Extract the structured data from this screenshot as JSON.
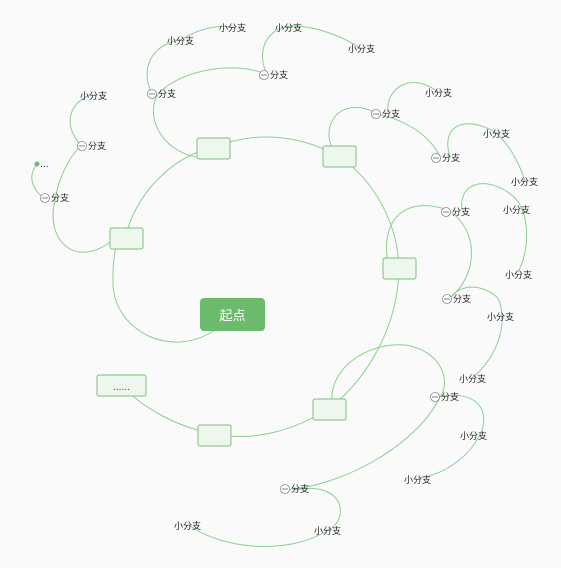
{
  "root": {
    "label": "起点"
  },
  "ring_placeholder": "......",
  "branch_label": "分支",
  "leaf_label": "小分支",
  "truncated_label": "..."
}
